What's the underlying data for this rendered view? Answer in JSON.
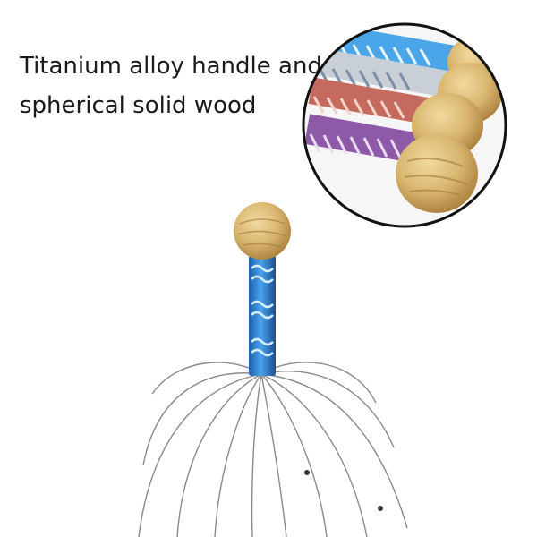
{
  "caption": {
    "line1": "Titanium alloy handle and",
    "line2": "spherical solid wood"
  },
  "colors": {
    "background": "#ffffff",
    "handle_blue": "#2f7fd0",
    "wood": "#d9b66f",
    "wire": "#8a8a8a",
    "inset_border": "#111111"
  },
  "icons": {
    "product": "scalp-massager-photo",
    "inset": "handle-closeup-photo"
  }
}
